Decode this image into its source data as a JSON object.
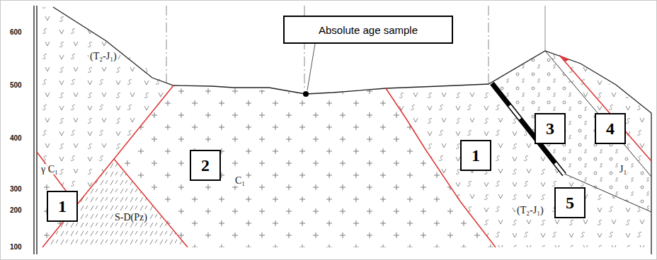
{
  "diagram": {
    "nodes": [
      {
        "text": [
          "Absolute age sample"
        ]
      },
      {
        "text": [
          "1"
        ]
      },
      {
        "text": [
          "2"
        ]
      },
      {
        "text": [
          "1"
        ]
      },
      {
        "text": [
          "3"
        ]
      },
      {
        "text": [
          "4"
        ]
      },
      {
        "text": [
          "5"
        ]
      }
    ],
    "labels": [
      "600",
      "500",
      "400",
      "300",
      "200",
      "100",
      "(T₂-J₁)",
      "γ C₁",
      "S-D(Pz)",
      "C₁",
      "(T₂-J₁)",
      "J₁"
    ]
  }
}
